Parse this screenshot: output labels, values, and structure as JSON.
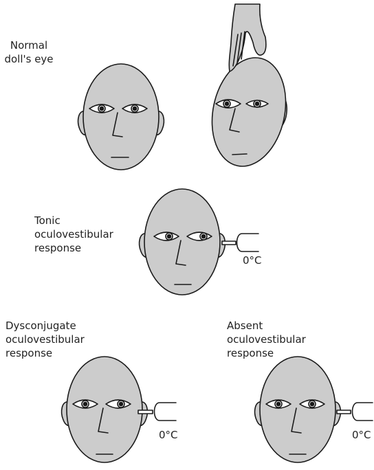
{
  "labels": {
    "normal_line1": "Normal",
    "normal_line2": "doll's eye",
    "tonic_line1": "Tonic",
    "tonic_line2": "oculovestibular",
    "tonic_line3": "response",
    "dysconjugate_line1": "Dysconjugate",
    "dysconjugate_line2": "oculovestibular",
    "dysconjugate_line3": "response",
    "absent_line1": "Absent",
    "absent_line2": "oculovestibular",
    "absent_line3": "response"
  },
  "temperature": "0°C",
  "colors": {
    "face_fill": "#cccccc",
    "stroke": "#1a1a1a",
    "eye_white": "#ffffff",
    "pupil": "#1a1a1a"
  }
}
